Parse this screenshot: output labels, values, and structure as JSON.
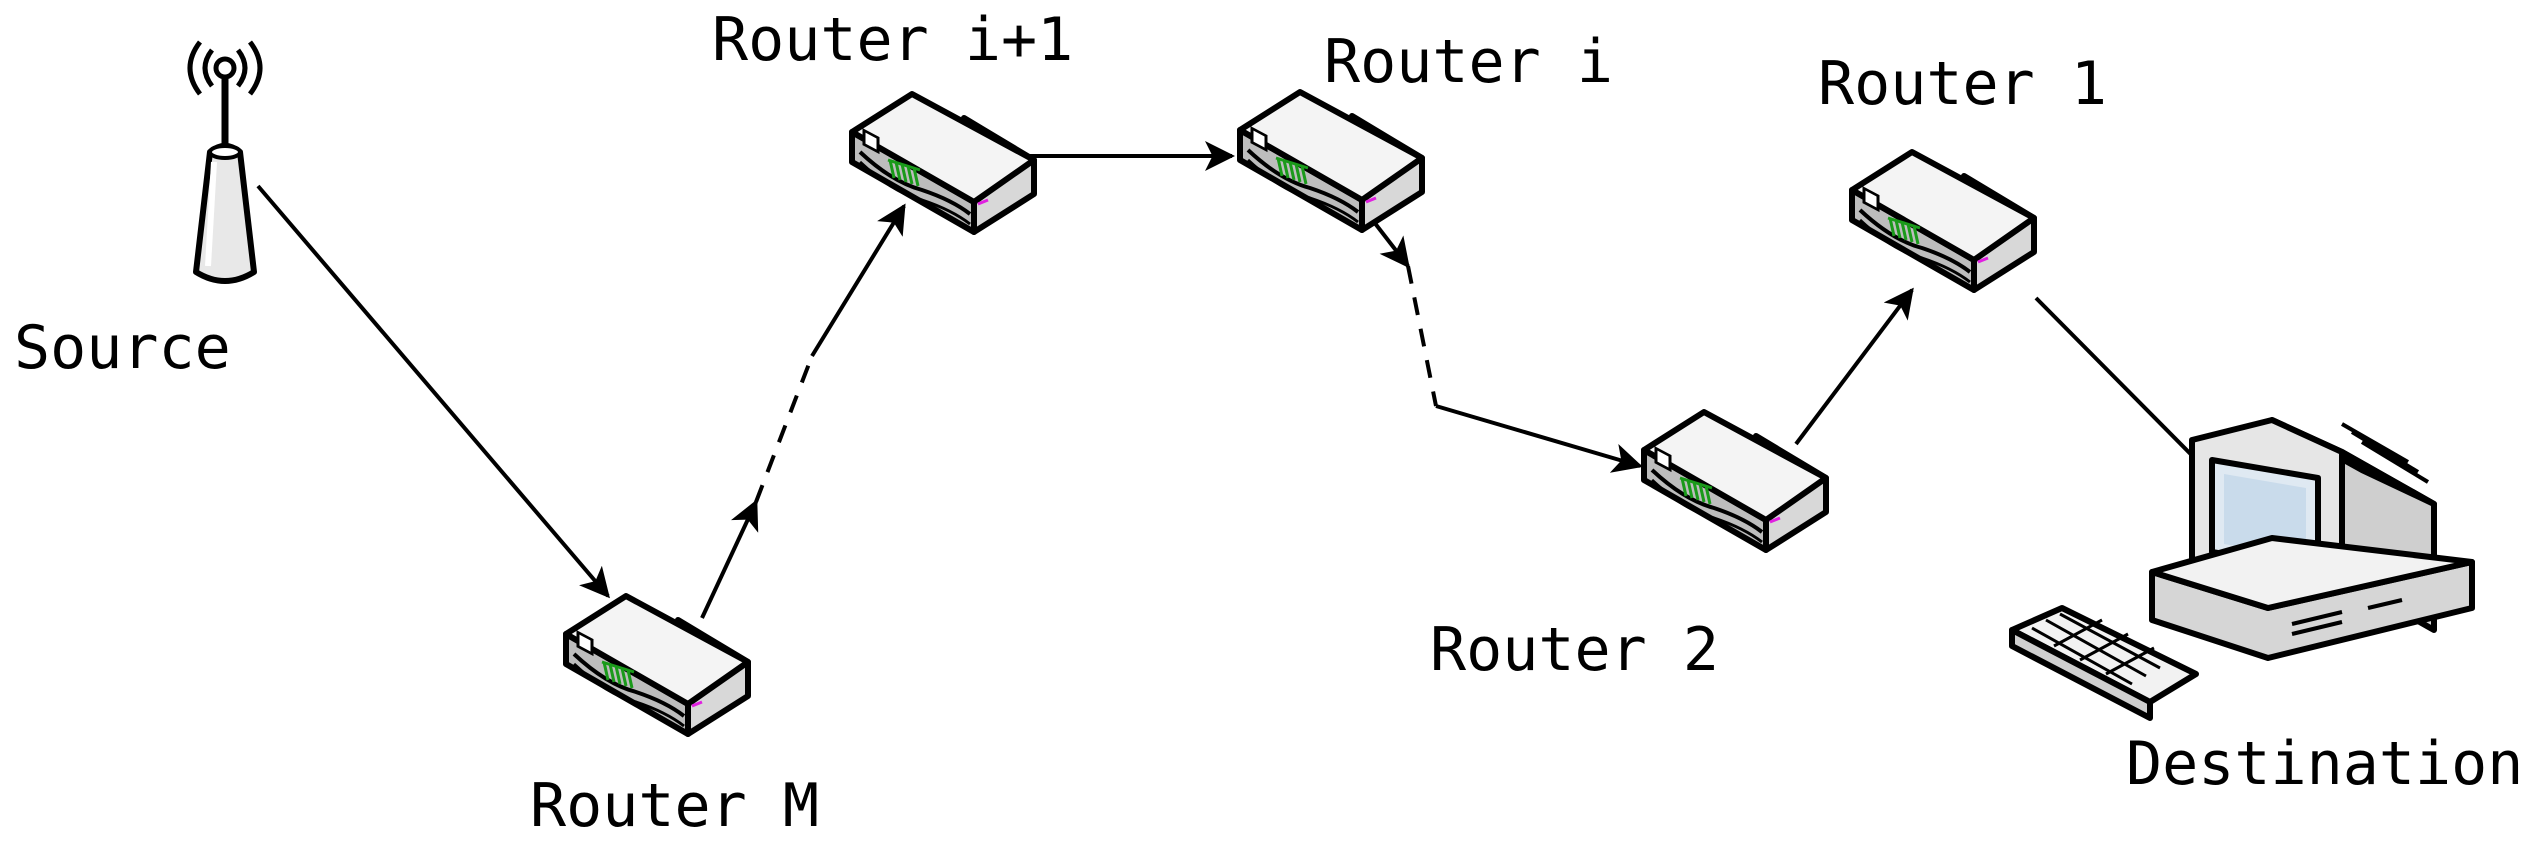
{
  "labels": {
    "source": "Source",
    "router_i_plus_1": "Router i+1",
    "router_i": "Router i",
    "router_1": "Router 1",
    "router_2": "Router 2",
    "router_m": "Router M",
    "destination": "Destination"
  },
  "icons": {
    "source": "antenna-icon",
    "routers": "router-icon",
    "destination": "computer-icon"
  },
  "colors": {
    "line": "#000000",
    "router_port_accent": "#1a9a1a",
    "router_led": "#e020e0",
    "screen": "#dfe9f2"
  }
}
